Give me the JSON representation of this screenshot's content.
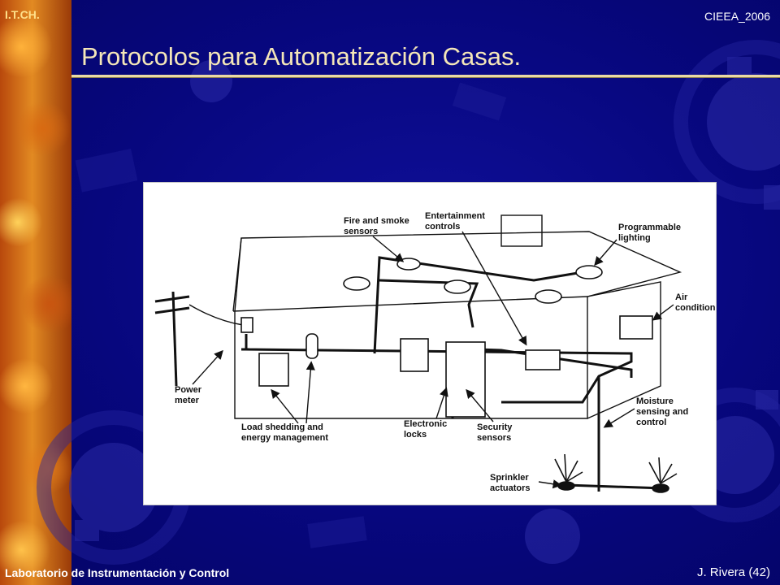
{
  "header": {
    "org": "I.T.CH.",
    "conference": "CIEEA_2006",
    "title": "Protocolos para Automatización Casas."
  },
  "footer": {
    "lab": "Laboratorio de Instrumentación y Control",
    "author": "J. Rivera (42)"
  },
  "diagram": {
    "labels": {
      "fire_smoke_1": "Fire and smoke",
      "fire_smoke_2": "sensors",
      "entertainment_1": "Entertainment",
      "entertainment_2": "controls",
      "programmable_1": "Programmable",
      "programmable_2": "lighting",
      "air_1": "Air",
      "air_2": "condition",
      "power_1": "Power",
      "power_2": "meter",
      "load_1": "Load shedding and",
      "load_2": "energy management",
      "electronic_1": "Electronic",
      "electronic_2": "locks",
      "security_1": "Security",
      "security_2": "sensors",
      "moisture_1": "Moisture",
      "moisture_2": "sensing and",
      "moisture_3": "control",
      "sprinkler_1": "Sprinkler",
      "sprinkler_2": "actuators"
    }
  },
  "colors": {
    "background": "#07077e",
    "title": "#f4e6b8",
    "org": "#ffe08a"
  }
}
